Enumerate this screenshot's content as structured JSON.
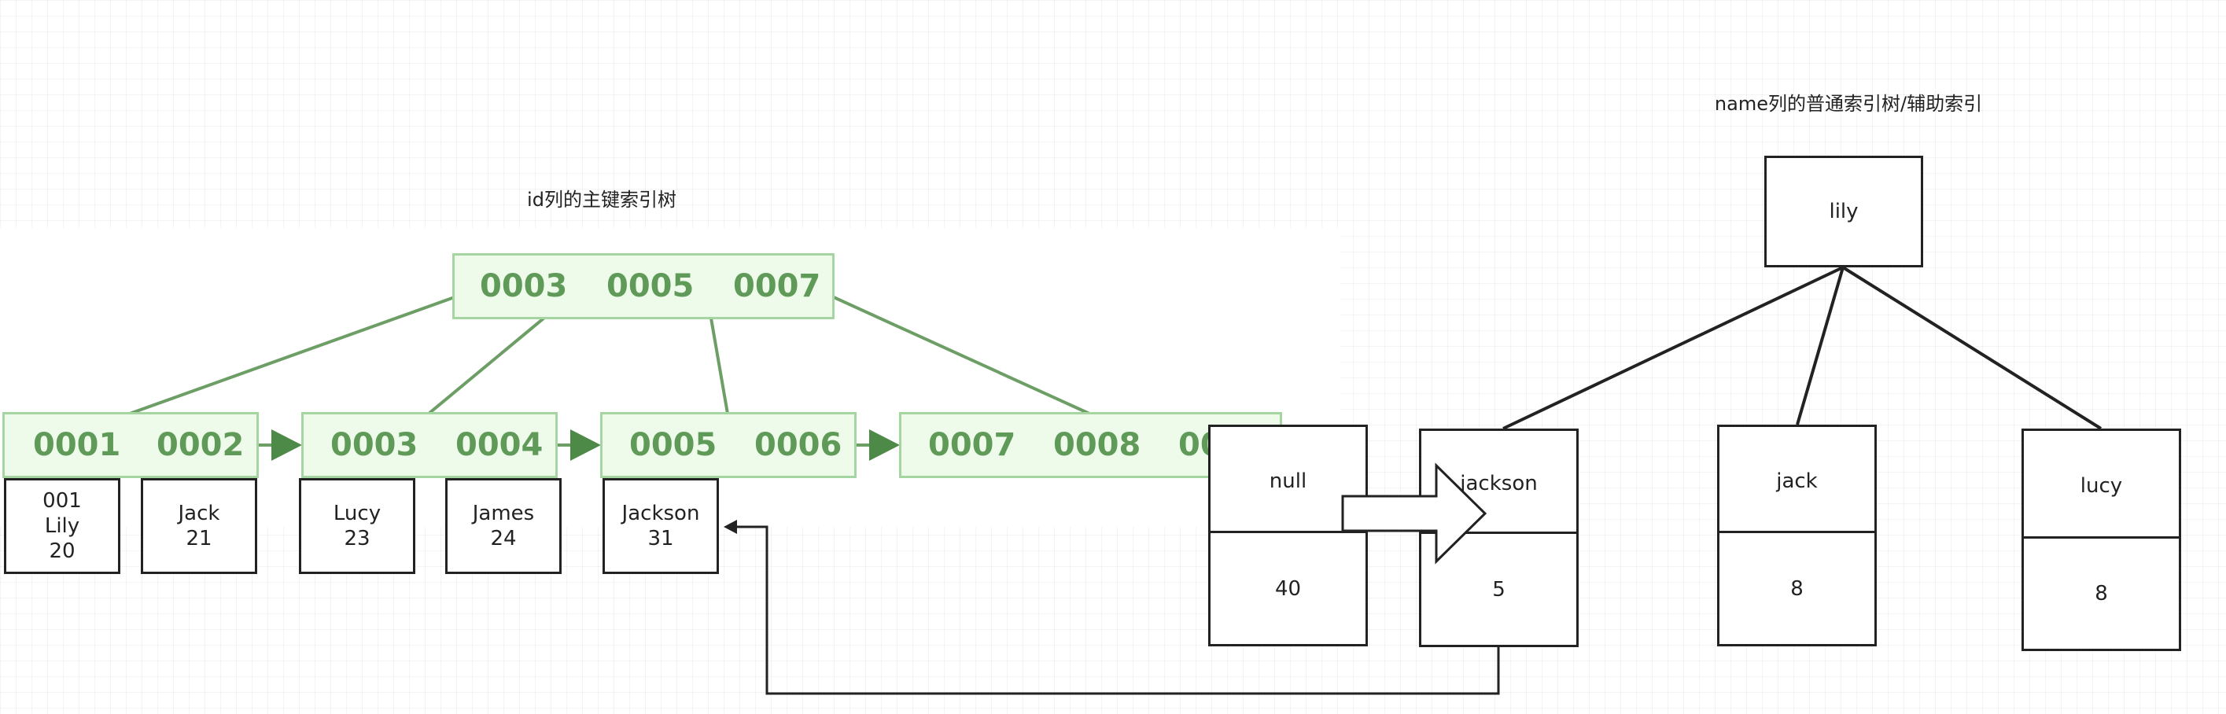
{
  "primary_index": {
    "title": "id列的主键索引树",
    "root_keys": [
      "0003",
      "0005",
      "0007"
    ],
    "leaves": [
      {
        "keys": [
          "0001",
          "0002"
        ]
      },
      {
        "keys": [
          "0003",
          "0004"
        ]
      },
      {
        "keys": [
          "0005",
          "0006"
        ]
      },
      {
        "keys": [
          "0007",
          "0008",
          "00"
        ]
      }
    ],
    "records": [
      "001\nLily\n20",
      "Jack\n21",
      "Lucy\n23",
      "James\n24",
      "Jackson\n31"
    ]
  },
  "secondary_index": {
    "title": "name列的普通索引树/辅助索引",
    "root": "lily",
    "nodes": [
      {
        "name": "null",
        "id": "40"
      },
      {
        "name": "jackson",
        "id": "5"
      },
      {
        "name": "jack",
        "id": "8"
      },
      {
        "name": "lucy",
        "id": "8"
      }
    ]
  },
  "colors": {
    "green_fill": "#eefbea",
    "green_border": "#a5d5a0",
    "green_text": "#5f9a58",
    "green_line": "#6d9e66",
    "dark_line": "#222222"
  }
}
